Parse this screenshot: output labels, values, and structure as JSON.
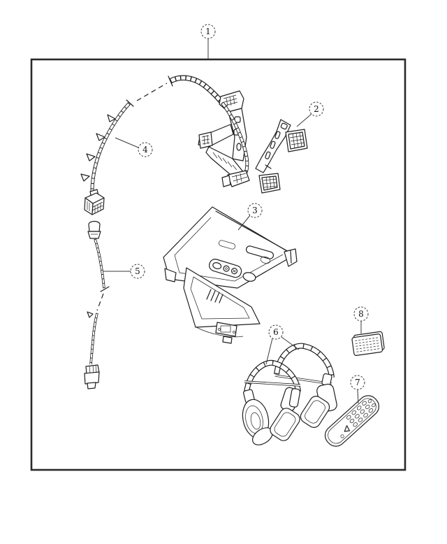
{
  "figure": {
    "kind": "exploded-parts-line-diagram",
    "background_color": "#ffffff",
    "line_color": "#1f1f1f",
    "border_color": "#2a2a2a"
  },
  "callouts": [
    {
      "label": "1"
    },
    {
      "label": "2"
    },
    {
      "label": "3"
    },
    {
      "label": "4"
    },
    {
      "label": "5"
    },
    {
      "label": "6"
    },
    {
      "label": "7"
    },
    {
      "label": "8"
    }
  ]
}
